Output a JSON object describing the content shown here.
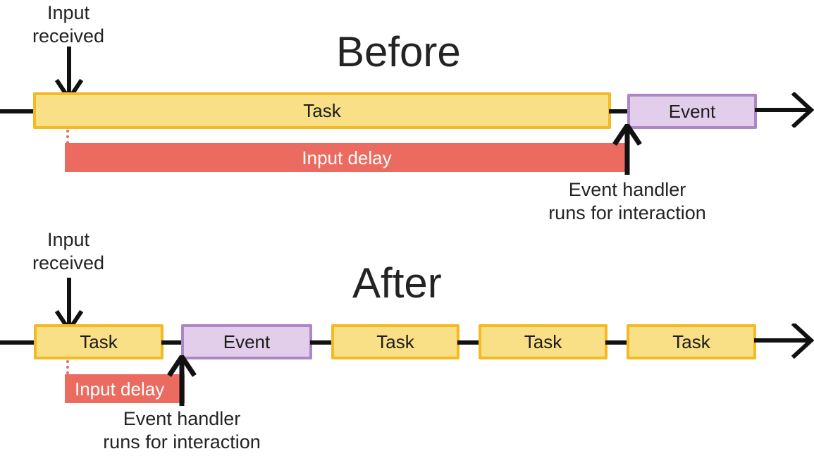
{
  "diagram": {
    "type": "timeline-comparison",
    "background": "#ffffff",
    "colors": {
      "task_fill": "#F9DF86",
      "task_border": "#F3BA25",
      "event_fill": "#E2CEEA",
      "event_border": "#AC87C6",
      "input_delay": "#EC6B60",
      "line": "#111111",
      "text": "#232323",
      "label_on_red": "#ffffff"
    },
    "sections": [
      {
        "id": "before",
        "title": "Before",
        "input_label": "Input\nreceived",
        "handler_label": "Event handler\nruns for interaction",
        "delay_label": "Input delay",
        "blocks": [
          {
            "type": "task",
            "label": "Task"
          },
          {
            "type": "event",
            "label": "Event"
          }
        ]
      },
      {
        "id": "after",
        "title": "After",
        "input_label": "Input\nreceived",
        "handler_label": "Event handler\nruns for interaction",
        "delay_label": "Input delay",
        "blocks": [
          {
            "type": "task",
            "label": "Task"
          },
          {
            "type": "event",
            "label": "Event"
          },
          {
            "type": "task",
            "label": "Task"
          },
          {
            "type": "task",
            "label": "Task"
          },
          {
            "type": "task",
            "label": "Task"
          }
        ]
      }
    ]
  }
}
